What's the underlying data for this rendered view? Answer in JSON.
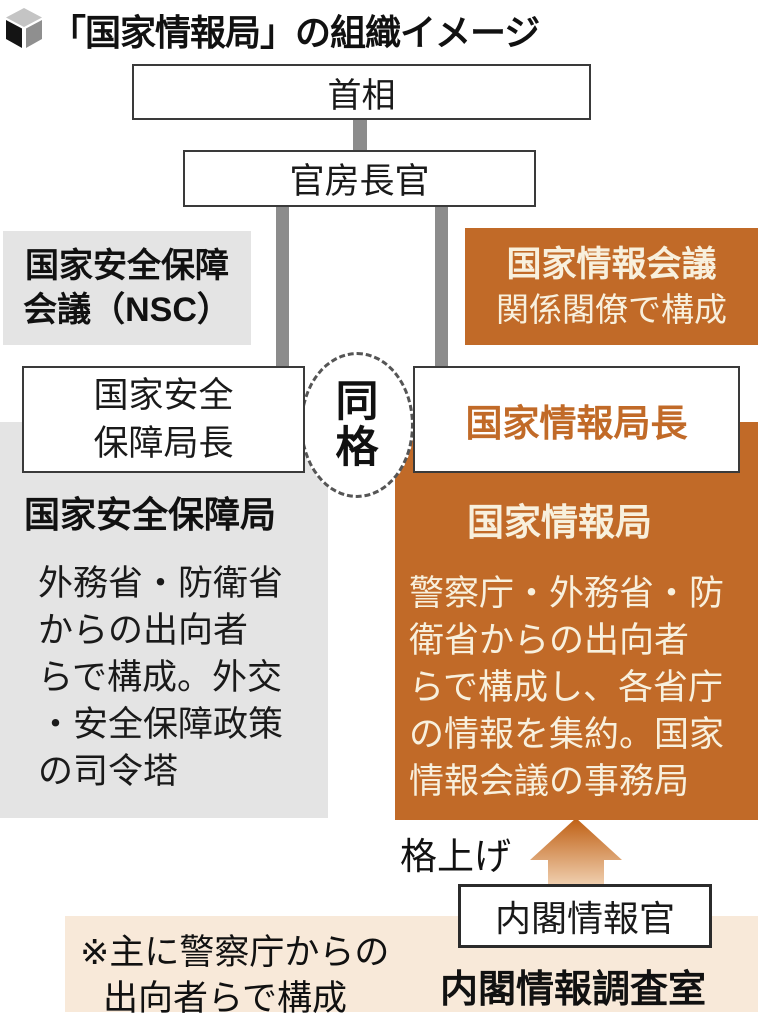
{
  "title": "「国家情報局」の組織イメージ",
  "colors": {
    "orange": "#c16a28",
    "panel_gray": "#e4e4e4",
    "panel_peach": "#f8e9d9",
    "cream_text": "#f8f0dd",
    "connector_gray": "#8c8c8c"
  },
  "icons": {
    "cube": "cube-icon",
    "upgrade_arrow": "upgrade-arrow-icon"
  },
  "org": {
    "prime_minister": "首相",
    "chief_cabinet_secretary": "官房長官",
    "nsc_council": {
      "line1": "国家安全保障",
      "line2": "会議（NSC）"
    },
    "info_council": {
      "line1": "国家情報会議",
      "line2": "関係閣僚で構成"
    },
    "equal_rank": {
      "char1": "同",
      "char2": "格"
    },
    "nsa_chief": {
      "line1": "国家安全",
      "line2": "保障局長"
    },
    "info_chief": "国家情報局長",
    "nsa_bureau": {
      "title": "国家安全保障局",
      "lines": [
        "外務省・防衛省",
        "からの出向者",
        "らで構成。外交",
        "・安全保障政策",
        "の司令塔"
      ]
    },
    "info_bureau": {
      "title": "国家情報局",
      "lines": [
        "警察庁・外務省・防",
        "衛省からの出向者",
        "らで構成し、各省庁",
        "の情報を集約。国家",
        "情報会議の事務局"
      ]
    },
    "upgrade_label": "格上げ",
    "cabinet_intel_officer": "内閣情報官",
    "cabinet_intel_office": "内閣情報調査室",
    "note": {
      "line1": "※主に警察庁からの",
      "line2": "出向者らで構成"
    }
  }
}
